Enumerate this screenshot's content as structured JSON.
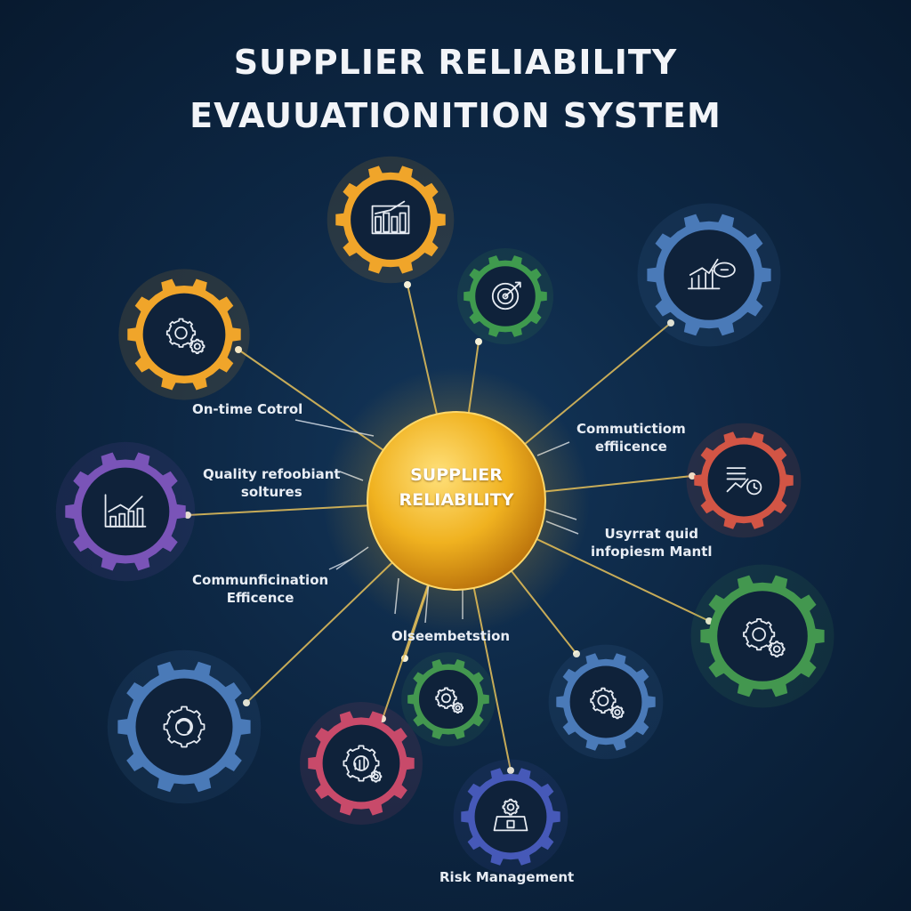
{
  "title": {
    "line1": "SUPPLIER RELIABILITY",
    "line2": "EVAUUATIONITION SYSTEM"
  },
  "center": {
    "line1": "SUPPLIER",
    "line2": "RELIABILITY",
    "color": "#f2b61c"
  },
  "labels": {
    "on_time": "On-time Cotrol",
    "quality_1": "Quality refoobiant",
    "quality_2": "soltures",
    "comm_left_1": "Communficination",
    "comm_left_2": "Efficence",
    "comm_right_1": "Commutictiom",
    "comm_right_2": "effiicence",
    "usyrrat_1": "Usyrrat quid",
    "usyrrat_2": "infopiesm Mantl",
    "observation": "Olseembetstion",
    "risk": "Risk Management"
  },
  "nodes": [
    {
      "name": "orange-gear-top",
      "color": "#f0a52a",
      "icon": "bar-chart-icon"
    },
    {
      "name": "orange-gear-left",
      "color": "#f0a52a",
      "icon": "gears-icon"
    },
    {
      "name": "green-gear-target",
      "color": "#3f9a4e",
      "icon": "target-icon"
    },
    {
      "name": "blue-gear-top-right",
      "color": "#4a7ab8",
      "icon": "chart-speech-icon"
    },
    {
      "name": "purple-gear-left",
      "color": "#7a54b8",
      "icon": "line-chart-icon"
    },
    {
      "name": "red-gear-right",
      "color": "#d25545",
      "icon": "report-clock-icon"
    },
    {
      "name": "green-gear-right",
      "color": "#43974f",
      "icon": "gears-icon"
    },
    {
      "name": "blue-gear-bottom-left",
      "color": "#4a7ab8",
      "icon": "gear-icon"
    },
    {
      "name": "green-gear-bottom",
      "color": "#43974f",
      "icon": "gears-icon"
    },
    {
      "name": "blue-gear-bottom-right",
      "color": "#4a7ab8",
      "icon": "gears-icon"
    },
    {
      "name": "red-gear-bottom",
      "color": "#c84a6a",
      "icon": "gear-chart-icon"
    },
    {
      "name": "blue-gear-risk",
      "color": "#4659b8",
      "icon": "gear-shield-icon"
    }
  ]
}
